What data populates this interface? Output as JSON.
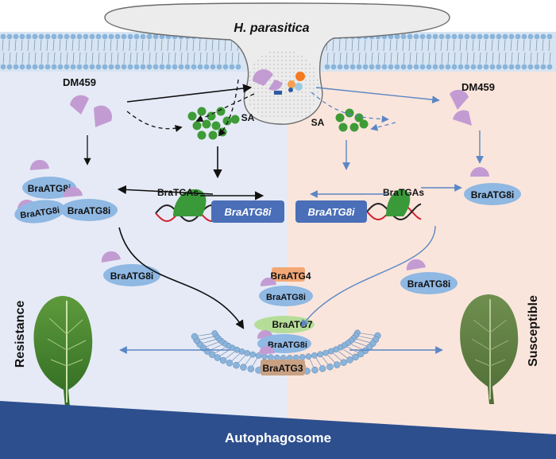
{
  "pathogen": {
    "name": "H. parasitica"
  },
  "effector": {
    "left": "DM459",
    "right": "DM459"
  },
  "signal": {
    "left": "SA",
    "right": "SA"
  },
  "transcription_factor": {
    "left": "BraTGAs",
    "right": "BraTGAs"
  },
  "gene": {
    "left": "BraATG8i",
    "right": "BraATG8i"
  },
  "atg8_label": "BraATG8i",
  "atg_complex": {
    "atg4": "BraATG4",
    "atg7": "BraATG7",
    "atg3": "BraATG3"
  },
  "outcome": {
    "left": "Resistance",
    "right": "Susceptible"
  },
  "structure": {
    "label": "Autophagosome"
  },
  "colors": {
    "left_bg": "#e6eaf6",
    "right_bg": "#fae5dc",
    "banner": "#2d4f8e",
    "atg8": "#8fb8e3",
    "effector": "#c39bd3",
    "sa": "#3e9b37",
    "tga": "#3a9a3a",
    "atg4": "#f3a775",
    "atg7": "#b6dd98",
    "atg3": "#c8a184",
    "membrane": "#8ab4da"
  }
}
